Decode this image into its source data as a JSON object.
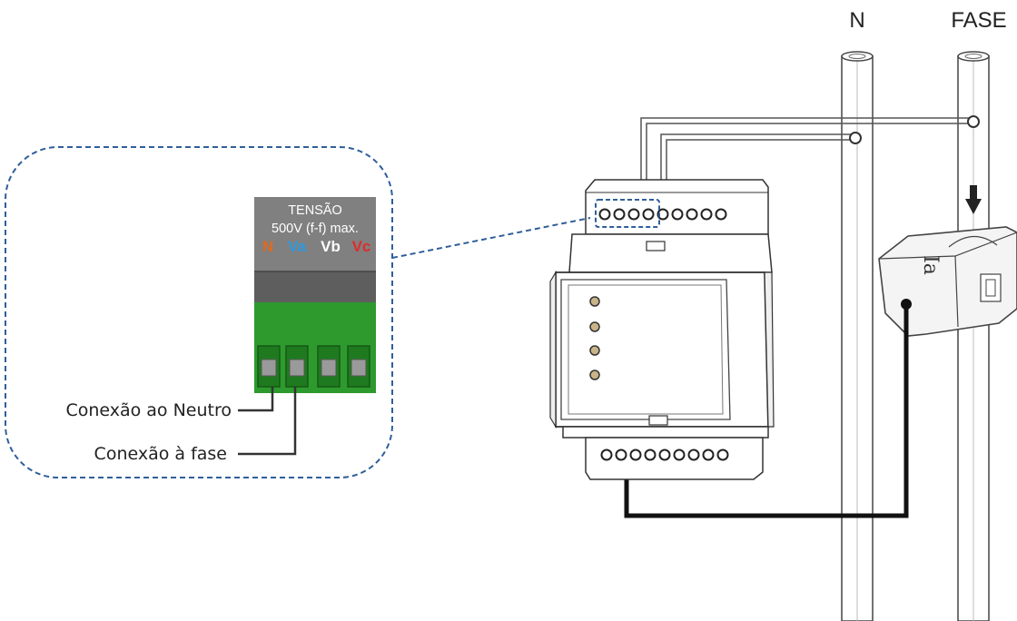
{
  "conductors": {
    "neutral_label": "N",
    "phase_label": "FASE"
  },
  "terminal_block": {
    "title": "TENSÃO",
    "rating": "500V (f-f) max.",
    "terminals": [
      {
        "label": "N",
        "color": "#e06a1b"
      },
      {
        "label": "Va",
        "color": "#2b9be0"
      },
      {
        "label": "Vb",
        "color": "#ffffff"
      },
      {
        "label": "Vc",
        "color": "#e02b2b"
      }
    ],
    "header_color": "#808080",
    "body_color": "#5e5e5e",
    "connector_color": "#2e9a2e"
  },
  "connections": {
    "neutral": "Conexão ao Neutro",
    "phase": "Conexão à fase"
  },
  "current_transformer": {
    "label": "Ia"
  },
  "colors": {
    "callout_border": "#2f5f9a"
  }
}
